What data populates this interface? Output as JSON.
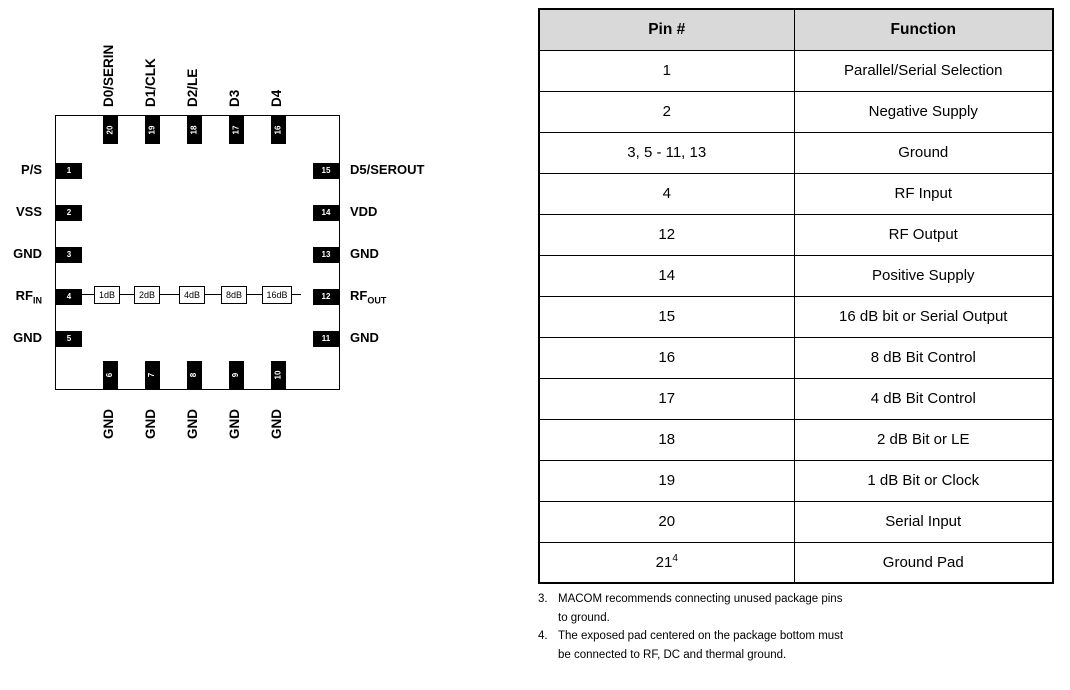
{
  "diagram": {
    "top_pins": [
      {
        "num": "20",
        "label": "D0/SERIN"
      },
      {
        "num": "19",
        "label": "D1/CLK"
      },
      {
        "num": "18",
        "label": "D2/LE"
      },
      {
        "num": "17",
        "label": "D3"
      },
      {
        "num": "16",
        "label": "D4"
      }
    ],
    "left_pins": [
      {
        "num": "1",
        "label": "P/S"
      },
      {
        "num": "2",
        "label": "VSS"
      },
      {
        "num": "3",
        "label": "GND"
      },
      {
        "num": "4",
        "label": "RF",
        "sub": "IN"
      },
      {
        "num": "5",
        "label": "GND"
      }
    ],
    "right_pins": [
      {
        "num": "15",
        "label": "D5/SEROUT"
      },
      {
        "num": "14",
        "label": "VDD"
      },
      {
        "num": "13",
        "label": "GND"
      },
      {
        "num": "12",
        "label": "RF",
        "sub": "OUT"
      },
      {
        "num": "11",
        "label": "GND"
      }
    ],
    "bottom_pins": [
      {
        "num": "6",
        "label": "GND"
      },
      {
        "num": "7",
        "label": "GND"
      },
      {
        "num": "8",
        "label": "GND"
      },
      {
        "num": "9",
        "label": "GND"
      },
      {
        "num": "10",
        "label": "GND"
      }
    ],
    "attenuator_blocks": [
      "1dB",
      "2dB",
      "4dB",
      "8dB",
      "16dB"
    ]
  },
  "table": {
    "headers": [
      "Pin #",
      "Function"
    ],
    "rows": [
      {
        "pin": "1",
        "pin_sup": "",
        "function": "Parallel/Serial Selection"
      },
      {
        "pin": "2",
        "pin_sup": "",
        "function": "Negative Supply"
      },
      {
        "pin": "3, 5 - 11, 13",
        "pin_sup": "",
        "function": "Ground"
      },
      {
        "pin": "4",
        "pin_sup": "",
        "function": "RF Input"
      },
      {
        "pin": "12",
        "pin_sup": "",
        "function": "RF Output"
      },
      {
        "pin": "14",
        "pin_sup": "",
        "function": "Positive Supply"
      },
      {
        "pin": "15",
        "pin_sup": "",
        "function": "16 dB bit or Serial Output"
      },
      {
        "pin": "16",
        "pin_sup": "",
        "function": "8 dB Bit Control"
      },
      {
        "pin": "17",
        "pin_sup": "",
        "function": "4 dB Bit Control"
      },
      {
        "pin": "18",
        "pin_sup": "",
        "function": "2 dB Bit or LE"
      },
      {
        "pin": "19",
        "pin_sup": "",
        "function": "1 dB Bit or Clock"
      },
      {
        "pin": "20",
        "pin_sup": "",
        "function": "Serial Input"
      },
      {
        "pin": "21",
        "pin_sup": "4",
        "function": "Ground Pad"
      }
    ]
  },
  "notes": [
    {
      "num": "3.",
      "text": "MACOM recommends connecting unused package pins to ground."
    },
    {
      "num": "4.",
      "text": "The exposed pad centered on the package bottom must be connected to RF, DC and thermal ground."
    }
  ]
}
